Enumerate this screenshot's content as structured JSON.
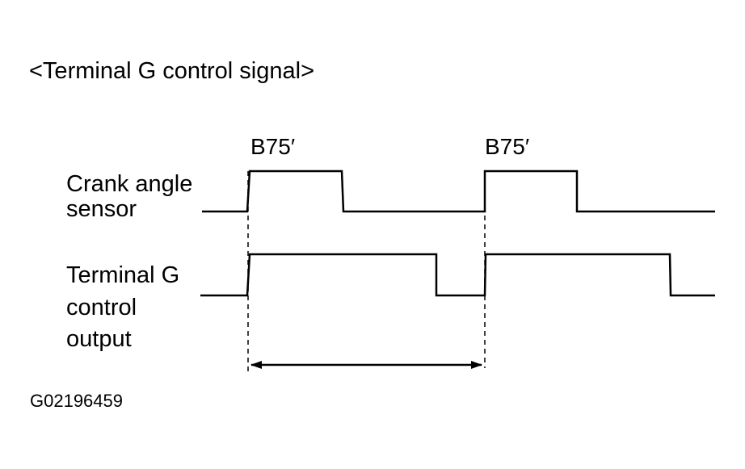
{
  "title": "<Terminal G control signal>",
  "markers": [
    "B75′",
    "B75′"
  ],
  "signals": {
    "crank": {
      "label_lines": [
        "Crank angle",
        "sensor"
      ]
    },
    "terminal": {
      "label_lines": [
        "Terminal G",
        "control",
        "output"
      ]
    }
  },
  "figure_id": "G02196459",
  "colors": {
    "line": "#000000",
    "background": "#ffffff"
  }
}
